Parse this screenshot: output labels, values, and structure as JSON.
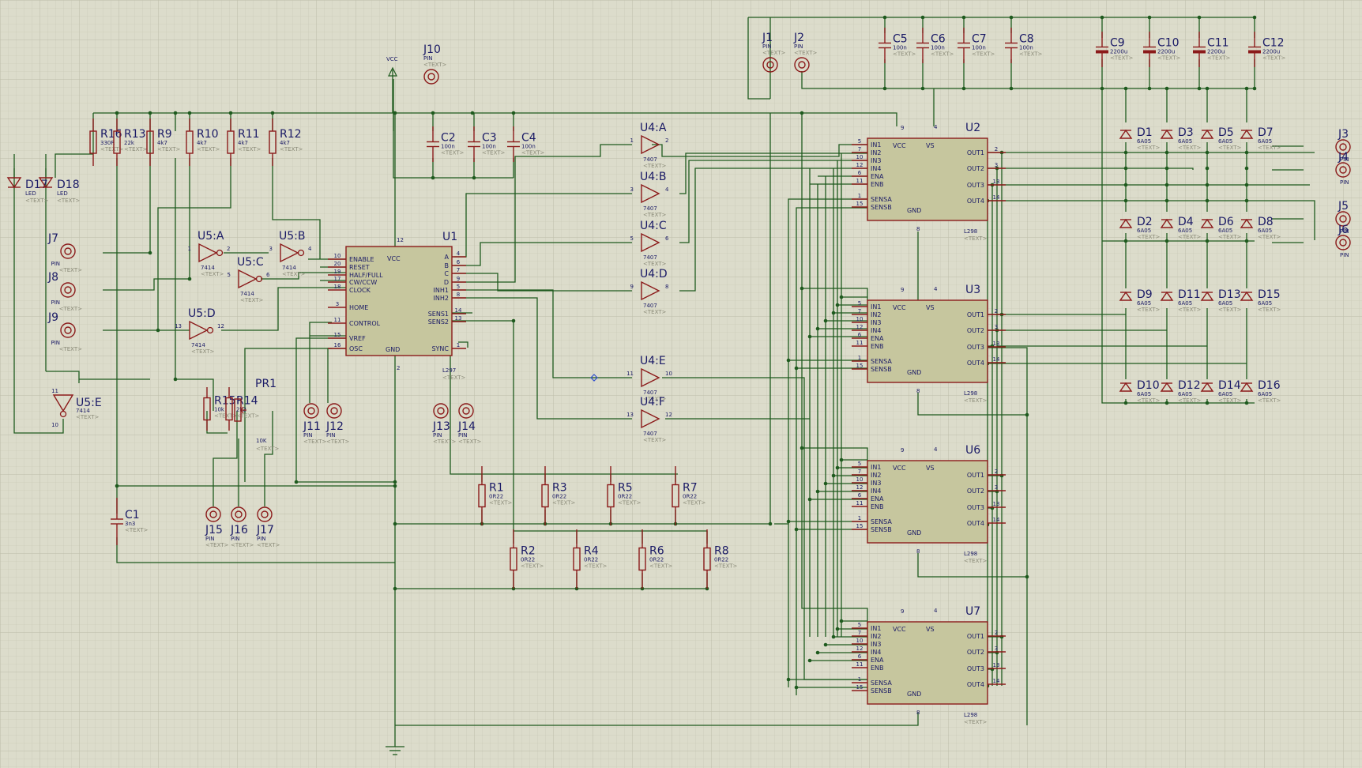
{
  "app": {
    "name": "Proteus ISIS schematic",
    "zoom_label": ""
  },
  "colors": {
    "background": "#dcdccb",
    "grid": "#c7c7b4",
    "wire": "#1e5a1e",
    "component": "#8b1a1a",
    "label": "#1a1a66",
    "body": "#c6c69e"
  },
  "common": {
    "text": "<TEXT>",
    "pin": "PIN"
  },
  "resistors": [
    {
      "ref": "R16",
      "value": "330R"
    },
    {
      "ref": "R13",
      "value": "22k"
    },
    {
      "ref": "R9",
      "value": "4k7"
    },
    {
      "ref": "R10",
      "value": "4k7"
    },
    {
      "ref": "R11",
      "value": "4k7"
    },
    {
      "ref": "R12",
      "value": "4k7"
    },
    {
      "ref": "R15",
      "value": "10k"
    },
    {
      "ref": "R14",
      "value": "2k2"
    },
    {
      "ref": "R1",
      "value": "0R22"
    },
    {
      "ref": "R3",
      "value": "0R22"
    },
    {
      "ref": "R5",
      "value": "0R22"
    },
    {
      "ref": "R7",
      "value": "0R22"
    },
    {
      "ref": "R2",
      "value": "0R22"
    },
    {
      "ref": "R4",
      "value": "0R22"
    },
    {
      "ref": "R6",
      "value": "0R22"
    },
    {
      "ref": "R8",
      "value": "0R22"
    }
  ],
  "capacitors": [
    {
      "ref": "C2",
      "value": "100n"
    },
    {
      "ref": "C3",
      "value": "100n"
    },
    {
      "ref": "C4",
      "value": "100n"
    },
    {
      "ref": "C5",
      "value": "100n"
    },
    {
      "ref": "C6",
      "value": "100n"
    },
    {
      "ref": "C7",
      "value": "100n"
    },
    {
      "ref": "C8",
      "value": "100n"
    },
    {
      "ref": "C9",
      "value": "2200u"
    },
    {
      "ref": "C10",
      "value": "2200u"
    },
    {
      "ref": "C11",
      "value": "2200u"
    },
    {
      "ref": "C12",
      "value": "2200u"
    },
    {
      "ref": "C1",
      "value": "3n3"
    }
  ],
  "pot": {
    "ref": "PR1",
    "value": "10K"
  },
  "leds": [
    {
      "ref": "D17",
      "value": "LED"
    },
    {
      "ref": "D18",
      "value": "LED"
    }
  ],
  "diodes": [
    {
      "ref": "D1"
    },
    {
      "ref": "D3"
    },
    {
      "ref": "D5"
    },
    {
      "ref": "D7"
    },
    {
      "ref": "D2"
    },
    {
      "ref": "D4"
    },
    {
      "ref": "D6"
    },
    {
      "ref": "D8"
    },
    {
      "ref": "D9"
    },
    {
      "ref": "D11"
    },
    {
      "ref": "D13"
    },
    {
      "ref": "D15"
    },
    {
      "ref": "D10"
    },
    {
      "ref": "D12"
    },
    {
      "ref": "D14"
    },
    {
      "ref": "D16"
    }
  ],
  "diode_value": "6A05",
  "connectors": [
    "J1",
    "J2",
    "J3",
    "J4",
    "J5",
    "J6",
    "J7",
    "J8",
    "J9",
    "J10",
    "J11",
    "J12",
    "J13",
    "J14",
    "J15",
    "J16",
    "J17"
  ],
  "u1": {
    "ref": "U1",
    "part": "L297",
    "left_pins": [
      {
        "num": "10",
        "name": "ENABLE"
      },
      {
        "num": "20",
        "name": "RESET"
      },
      {
        "num": "19",
        "name": "HALF/FULL"
      },
      {
        "num": "17",
        "name": "CW/CCW"
      },
      {
        "num": "18",
        "name": "CLOCK"
      },
      {
        "num": "3",
        "name": "HOME"
      },
      {
        "num": "11",
        "name": "CONTROL"
      },
      {
        "num": "15",
        "name": "VREF"
      },
      {
        "num": "16",
        "name": "OSC"
      }
    ],
    "right_pins": [
      {
        "num": "4",
        "name": "A"
      },
      {
        "num": "6",
        "name": "B"
      },
      {
        "num": "7",
        "name": "C"
      },
      {
        "num": "9",
        "name": "D"
      },
      {
        "num": "5",
        "name": "INH1"
      },
      {
        "num": "8",
        "name": "INH2"
      },
      {
        "num": "14",
        "name": "SENS1"
      },
      {
        "num": "13",
        "name": "SENS2"
      },
      {
        "num": "1",
        "name": "SYNC"
      }
    ],
    "vcc": "VCC",
    "gnd": "GND",
    "vcc_pin": "12",
    "gnd_pin": "2"
  },
  "l298": {
    "part": "L298",
    "refs": [
      "U2",
      "U3",
      "U6",
      "U7"
    ],
    "left_pins": [
      {
        "num": "5",
        "name": "IN1"
      },
      {
        "num": "7",
        "name": "IN2"
      },
      {
        "num": "10",
        "name": "IN3"
      },
      {
        "num": "12",
        "name": "IN4"
      },
      {
        "num": "6",
        "name": "ENA"
      },
      {
        "num": "11",
        "name": "ENB"
      },
      {
        "num": "1",
        "name": "SENSA"
      },
      {
        "num": "15",
        "name": "SENSB"
      }
    ],
    "right_pins": [
      {
        "num": "2",
        "name": "OUT1"
      },
      {
        "num": "3",
        "name": "OUT2"
      },
      {
        "num": "13",
        "name": "OUT3"
      },
      {
        "num": "14",
        "name": "OUT4"
      }
    ],
    "vcc": "VCC",
    "vs": "VS",
    "gnd": "GND",
    "vcc_pin": "9",
    "vs_pin": "4",
    "gnd_pin": "8"
  },
  "inverters": [
    {
      "ref": "U5:A",
      "part": "7414",
      "in": "1",
      "out": "2"
    },
    {
      "ref": "U5:B",
      "part": "7414",
      "in": "3",
      "out": "4"
    },
    {
      "ref": "U5:C",
      "part": "7414",
      "in": "5",
      "out": "6"
    },
    {
      "ref": "U5:D",
      "part": "7414",
      "in": "13",
      "out": "12"
    },
    {
      "ref": "U5:E",
      "part": "7414",
      "in": "11",
      "out": "10"
    }
  ],
  "buffers": [
    {
      "ref": "U4:A",
      "part": "7407",
      "in": "1",
      "out": "2"
    },
    {
      "ref": "U4:B",
      "part": "7407",
      "in": "3",
      "out": "4"
    },
    {
      "ref": "U4:C",
      "part": "7407",
      "in": "5",
      "out": "6"
    },
    {
      "ref": "U4:D",
      "part": "7407",
      "in": "9",
      "out": "8"
    },
    {
      "ref": "U4:E",
      "part": "7407",
      "in": "11",
      "out": "10"
    },
    {
      "ref": "U4:F",
      "part": "7407",
      "in": "13",
      "out": "12"
    }
  ],
  "power": {
    "vcc_label": "VCC"
  }
}
